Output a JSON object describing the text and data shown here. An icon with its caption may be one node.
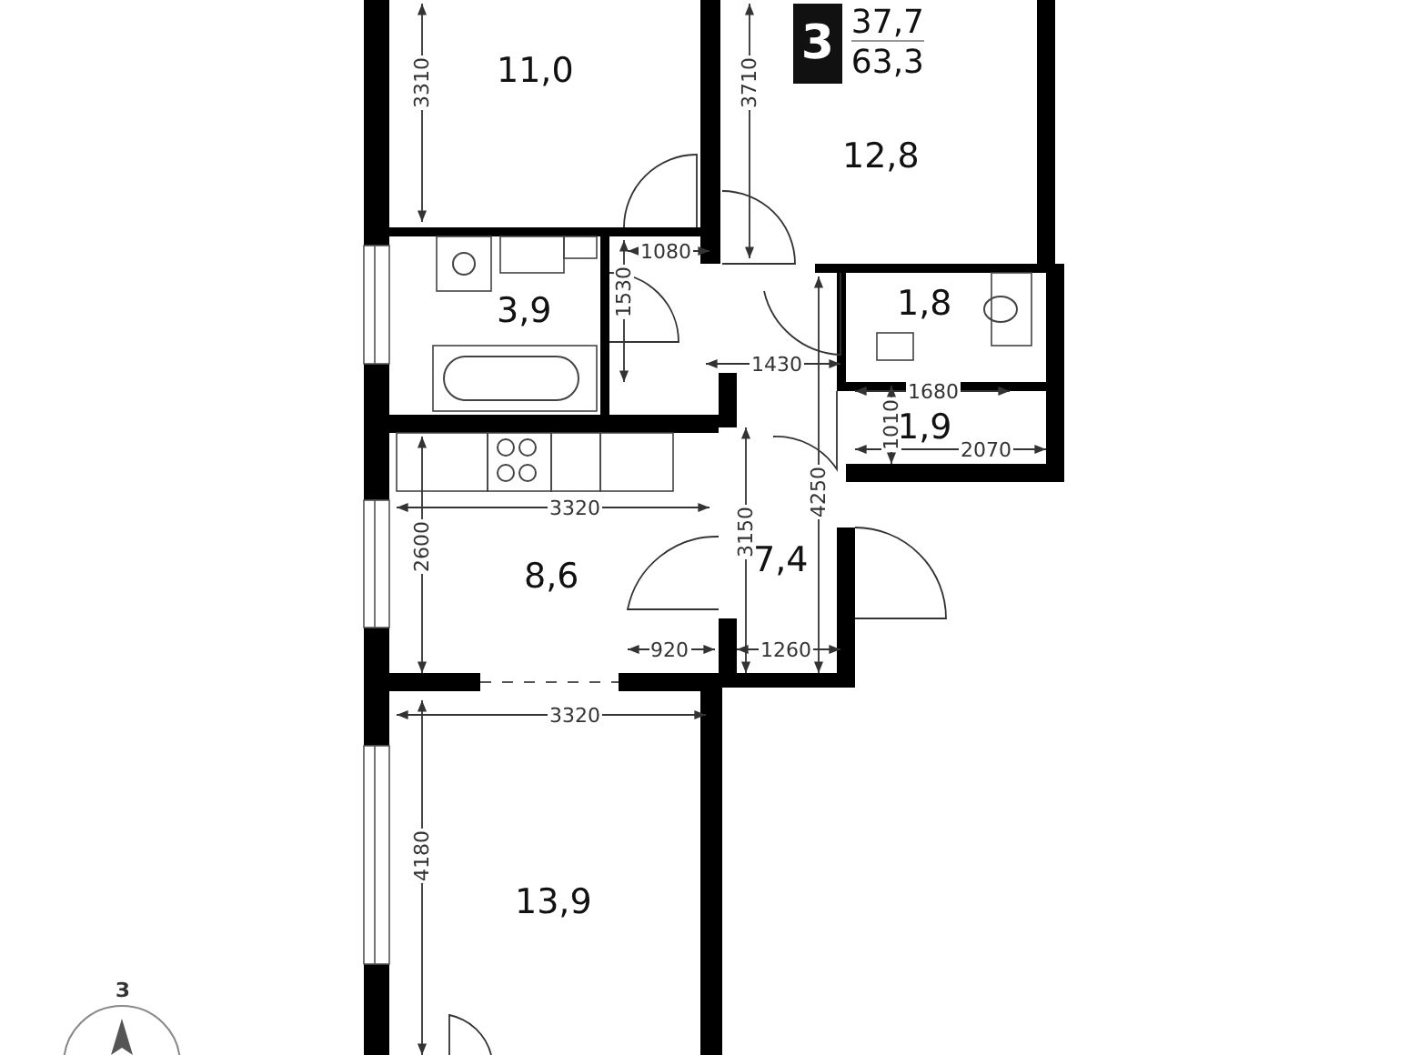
{
  "diagram": {
    "nodes": [
      {
        "text": [
          "3",
          "37,7",
          "63,3"
        ]
      },
      {
        "text": [
          "11,0"
        ]
      },
      {
        "text": [
          "12,8"
        ]
      },
      {
        "text": [
          "3,9"
        ]
      },
      {
        "text": [
          "1,8"
        ]
      },
      {
        "text": [
          "1,9"
        ]
      },
      {
        "text": [
          "8,6"
        ]
      },
      {
        "text": [
          "7,4"
        ]
      },
      {
        "text": [
          "13,9"
        ]
      }
    ],
    "edges": [],
    "labels": [
      "3310",
      "3710",
      "1080",
      "1530",
      "1430",
      "1680",
      "1010",
      "2070",
      "3320",
      "3150",
      "4250",
      "2600",
      "920",
      "1260",
      "3320",
      "4180",
      "З"
    ]
  }
}
